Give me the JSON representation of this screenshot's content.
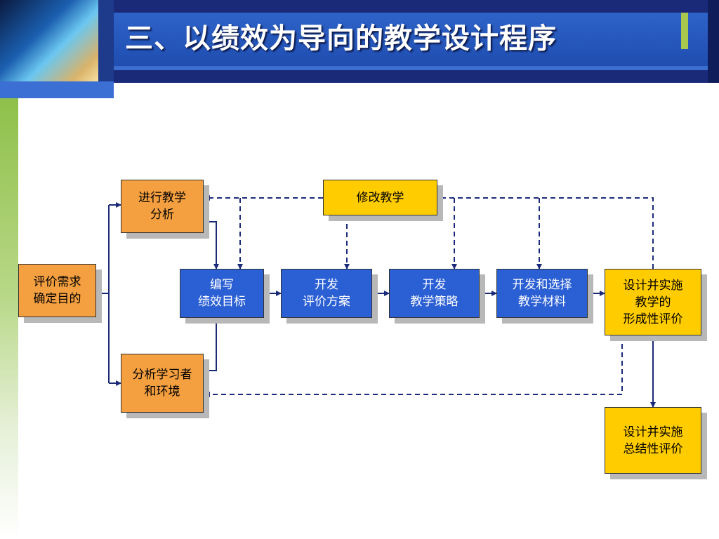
{
  "title": "三、以绩效为导向的教学设计程序",
  "boxes": {
    "needs": "评价需求\n确定目的",
    "instr_analysis": "进行教学\n分析",
    "learner_analysis": "分析学习者\n和环境",
    "objectives": "编写\n绩效目标",
    "assessment": "开发\n评价方案",
    "strategy": "开发\n教学策略",
    "materials": "开发和选择\n教学材料",
    "formative": "设计并实施\n教学的\n形成性评价",
    "revise": "修改教学",
    "summative": "设计并实施\n总结性评价"
  },
  "colors": {
    "orange": "#f5a040",
    "blue": "#2b5fd4",
    "yellow": "#ffcc00",
    "arrow": "#1a2a78",
    "title_bar": "#2e63c8"
  }
}
